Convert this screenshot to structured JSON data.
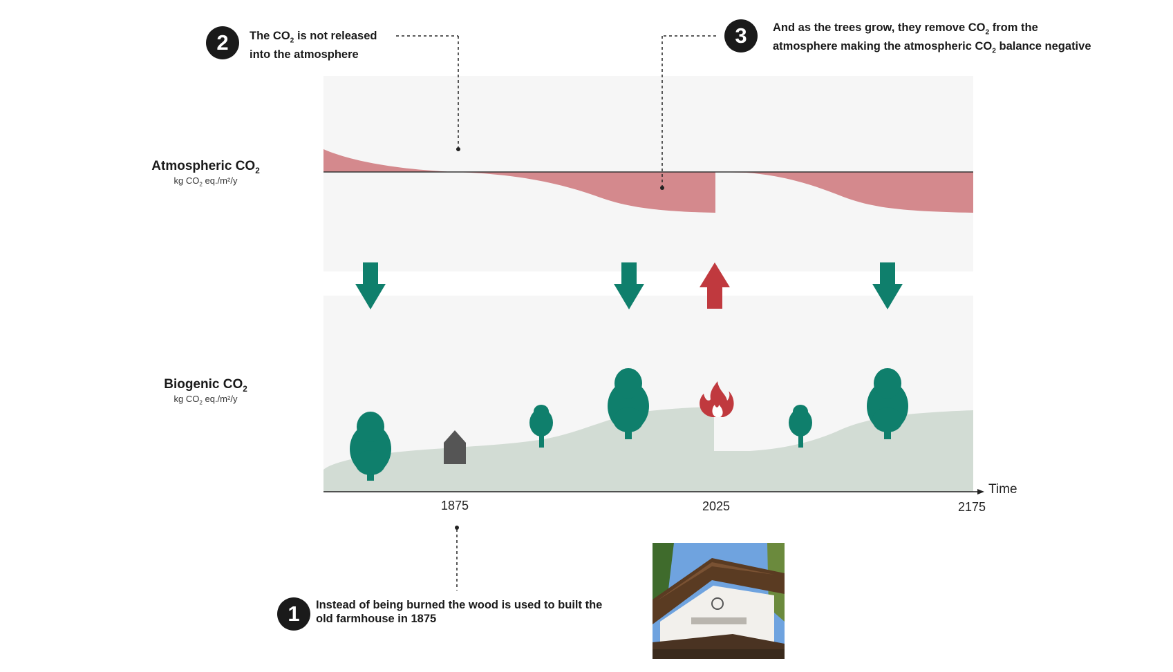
{
  "callouts": {
    "c1": {
      "number": "1",
      "line1": "Instead of being burned the wood is used to built the",
      "line2": "old farmhouse in 1875"
    },
    "c2": {
      "number": "2",
      "line1_pre": "The CO",
      "line1_sub": "2",
      "line1_post": " is not released",
      "line2": "into the atmosphere"
    },
    "c3": {
      "number": "3",
      "line1_pre": "And as the trees grow, they remove CO",
      "line1_sub": "2",
      "line1_post": " from the",
      "line2_pre": "atmosphere making the atmospheric CO",
      "line2_sub": "2",
      "line2_post": " balance negative"
    }
  },
  "atmospheric": {
    "title": "Atmospheric CO",
    "title_sub": "2",
    "unit_pre": "kg CO",
    "unit_sub": "2",
    "unit_post": " eq./m²/y"
  },
  "biogenic": {
    "title": "Biogenic CO",
    "title_sub": "2",
    "unit_pre": "kg CO",
    "unit_sub": "2",
    "unit_post": " eq./m²/y"
  },
  "time_axis": {
    "label": "Time",
    "ticks": [
      "1875",
      "2025",
      "2175"
    ]
  },
  "colors": {
    "atmospheric_fill": "#d4898d",
    "biogenic_fill": "#d2dcd4",
    "panel_bg": "#f6f6f6",
    "tree_green": "#0f7f6c",
    "fire_red": "#c0393e",
    "house_gray": "#555555"
  },
  "icons": {
    "down_arrows": [
      "arrow-down-icon",
      "arrow-down-icon",
      "arrow-down-icon"
    ],
    "up_arrow": "arrow-up-icon",
    "trees": [
      "tree-icon",
      "tree-icon",
      "tree-icon",
      "tree-icon",
      "tree-icon"
    ],
    "house": "house-icon",
    "fire": "fire-icon",
    "photo": "farmhouse-photo"
  }
}
